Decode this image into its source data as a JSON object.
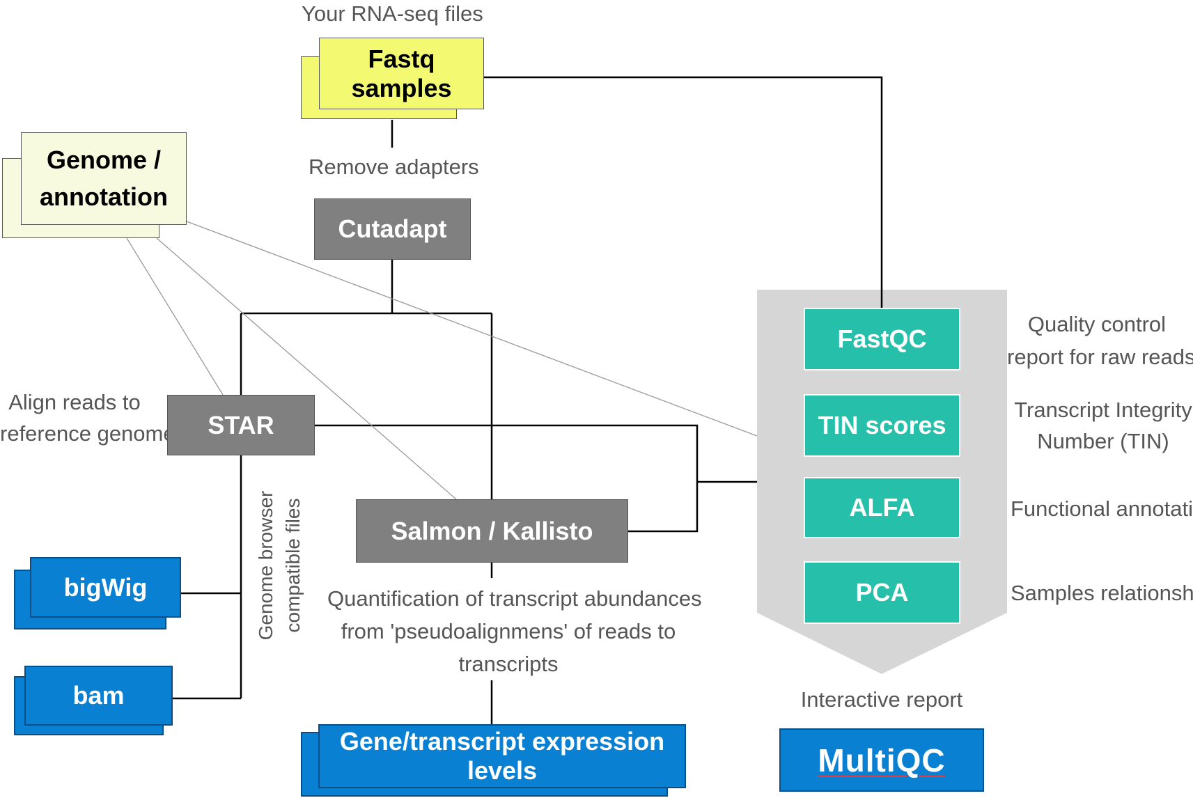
{
  "inputs": {
    "rnaseq_caption": "Your RNA-seq files",
    "fastq_label": "Fastq samples",
    "genome_label_line1": "Genome /",
    "genome_label_line2": "annotation"
  },
  "steps": {
    "remove_adapters": "Remove adapters",
    "cutadapt": "Cutadapt",
    "align_line1": "Align reads to",
    "align_line2": "reference genome",
    "star": "STAR",
    "salmon": "Salmon / Kallisto",
    "quant_line1": "Quantification of transcript abundances",
    "quant_line2": "from 'pseudoalignmens' of reads to",
    "quant_line3": "transcripts"
  },
  "outputs": {
    "bigwig": "bigWig",
    "bam": "bam",
    "genome_browser_line1": "Genome browser",
    "genome_browser_line2": "compatible files",
    "expression": "Gene/transcript expression levels"
  },
  "qc": {
    "fastqc": "FastQC",
    "fastqc_desc_line1": "Quality control",
    "fastqc_desc_line2": "report for raw reads",
    "tin": "TIN scores",
    "tin_desc_line1": "Transcript Integrity",
    "tin_desc_line2": "Number (TIN)",
    "alfa": "ALFA",
    "alfa_desc": "Functional annotation",
    "pca": "PCA",
    "pca_desc": "Samples relationship",
    "interactive_report": "Interactive report",
    "multiqc_logo": "MultiQC"
  },
  "colors": {
    "fastq": "#f3fa72",
    "genome": "#f8fae0",
    "tool": "#808080",
    "qc_module": "#26bfa9",
    "output": "#0a80d2",
    "qc_panel": "#d6d6d6"
  }
}
